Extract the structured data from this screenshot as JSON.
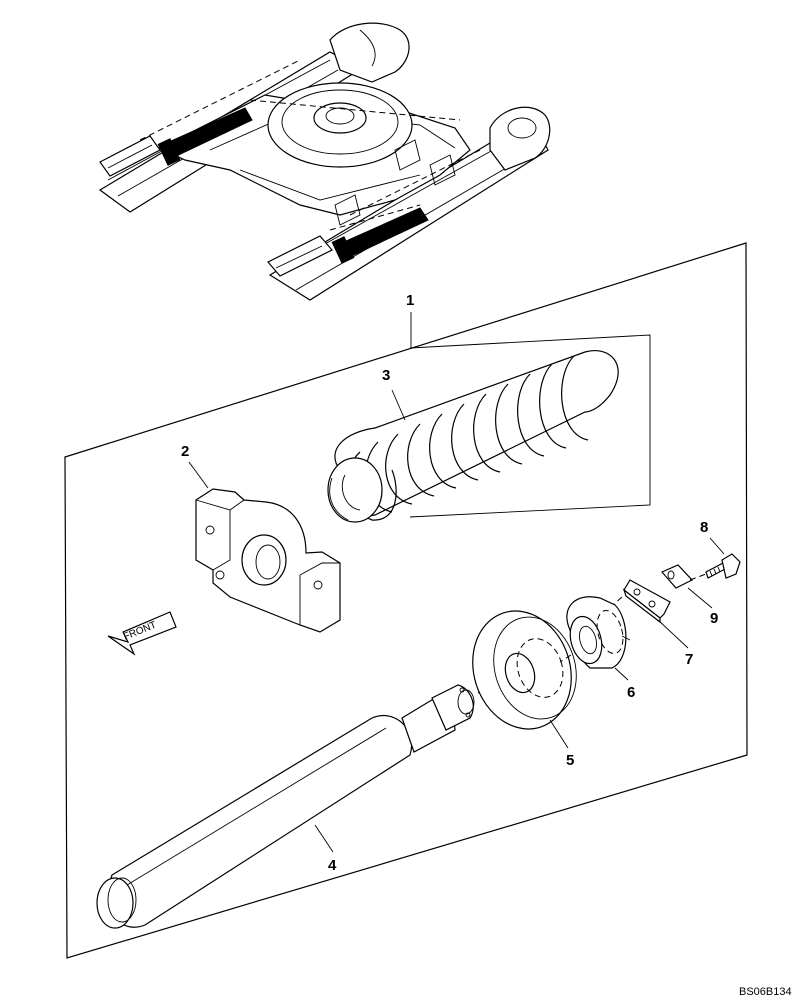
{
  "callouts": {
    "c1": "1",
    "c2": "2",
    "c3": "3",
    "c4": "4",
    "c5": "5",
    "c6": "6",
    "c7": "7",
    "c8": "8",
    "c9": "9"
  },
  "front_label": "FRONT",
  "reference_code": "BS06B134"
}
